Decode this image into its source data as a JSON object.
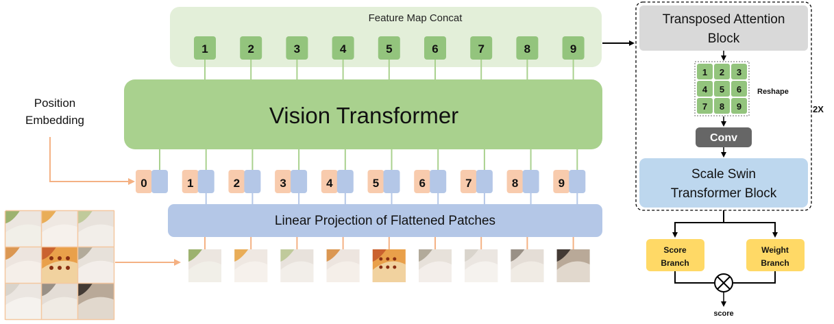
{
  "feature_concat": {
    "label": "Feature Map Concat",
    "tokens": [
      "1",
      "2",
      "3",
      "4",
      "5",
      "6",
      "7",
      "8",
      "9"
    ]
  },
  "vit": {
    "label": "Vision Transformer"
  },
  "position_embedding": {
    "line1": "Position",
    "line2": "Embedding"
  },
  "position_tokens": [
    "0",
    "1",
    "2",
    "3",
    "4",
    "5",
    "6",
    "7",
    "8",
    "9"
  ],
  "linear_projection": {
    "label": "Linear Projection of Flattened Patches"
  },
  "patches": {
    "tiles": [
      {
        "base": "#ece6e0",
        "accent": "#8fa85a",
        "accent2": "#f2efe9"
      },
      {
        "base": "#efe8e2",
        "accent": "#e7a23f",
        "accent2": "#f6f2ed"
      },
      {
        "base": "#e8e2dc",
        "accent": "#b9c68f",
        "accent2": "#f3efea"
      },
      {
        "base": "#ede5df",
        "accent": "#d78a3a",
        "accent2": "#f5f0ea"
      },
      {
        "base": "#e9a04a",
        "accent": "#c4572a",
        "accent2": "#f2d7a8"
      },
      {
        "base": "#e7e1da",
        "accent": "#a8a08e",
        "accent2": "#f4f0eb"
      },
      {
        "base": "#ebe6e1",
        "accent": "#d6d0c8",
        "accent2": "#f6f3ef"
      },
      {
        "base": "#e4ddd6",
        "accent": "#8c8378",
        "accent2": "#f1ece6"
      },
      {
        "base": "#b9a998",
        "accent": "#2e2722",
        "accent2": "#e6ddd3"
      }
    ]
  },
  "tab": {
    "title_line1": "Transposed Attention",
    "title_line2": "Block",
    "grid": [
      "1",
      "2",
      "3",
      "4",
      "5",
      "6",
      "7",
      "8",
      "9"
    ],
    "reshape": "Reshape",
    "conv": "Conv",
    "swin_line1": "Scale Swin",
    "swin_line2": "Transformer Block",
    "repeat": "2X"
  },
  "branches": {
    "score_line1": "Score",
    "score_line2": "Branch",
    "weight_line1": "Weight",
    "weight_line2": "Branch",
    "output": "score"
  },
  "colors": {
    "green_light": "#e3efd9",
    "green_box": "#93c47d",
    "green_mid": "#a9d18e",
    "blue_box": "#b4c7e7",
    "blue_token": "#b4c7e7",
    "orange_token": "#f8cbad",
    "orange_line": "#f4b183",
    "gray_header": "#d9d9d9",
    "gray_conv": "#666666",
    "swin_blue": "#bdd7ee",
    "yellow": "#ffd966"
  }
}
